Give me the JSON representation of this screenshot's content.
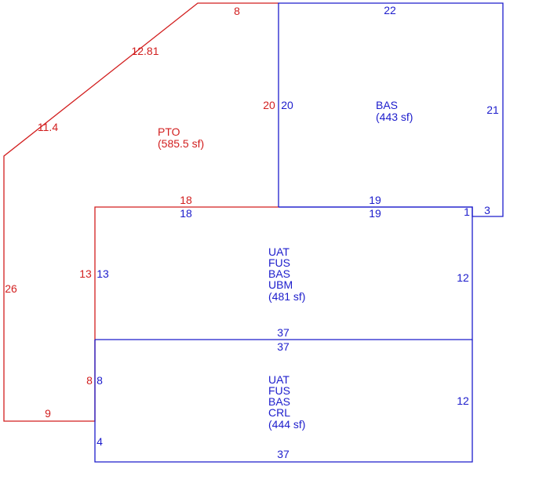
{
  "colors": {
    "pto": "#d21e1e",
    "living": "#1c1ccc",
    "background": "#ffffff"
  },
  "areas": {
    "pto": {
      "code": "PTO",
      "area": "(585.5 sf)"
    },
    "bas_top": {
      "code": "BAS",
      "area": "(443 sf)"
    },
    "middle": {
      "codes": [
        "UAT",
        "FUS",
        "BAS",
        "UBM"
      ],
      "area": "(481 sf)"
    },
    "bottom": {
      "codes": [
        "UAT",
        "FUS",
        "BAS",
        "CRL"
      ],
      "area": "(444 sf)"
    }
  },
  "dimensions": {
    "pto_top": "8",
    "pto_diag_upper": "12.81",
    "pto_diag_lower": "11.4",
    "pto_left": "26",
    "pto_bottom": "9",
    "pto_right_upper": "20",
    "pto_inner_horizontal": "18",
    "pto_inner_vertical_upper": "13",
    "pto_inner_vertical_lower": "8",
    "bas_top": "22",
    "bas_left": "20",
    "bas_right": "21",
    "bas_bottom": "19",
    "step_vertical": "1",
    "step_horizontal": "3",
    "mid_top_left": "18",
    "mid_top_right": "19",
    "mid_left": "13",
    "mid_right": "12",
    "mid_bottom": "37",
    "bot_top": "37",
    "bot_left_upper": "8",
    "bot_left_lower": "4",
    "bot_right": "12",
    "bot_bottom": "37"
  }
}
